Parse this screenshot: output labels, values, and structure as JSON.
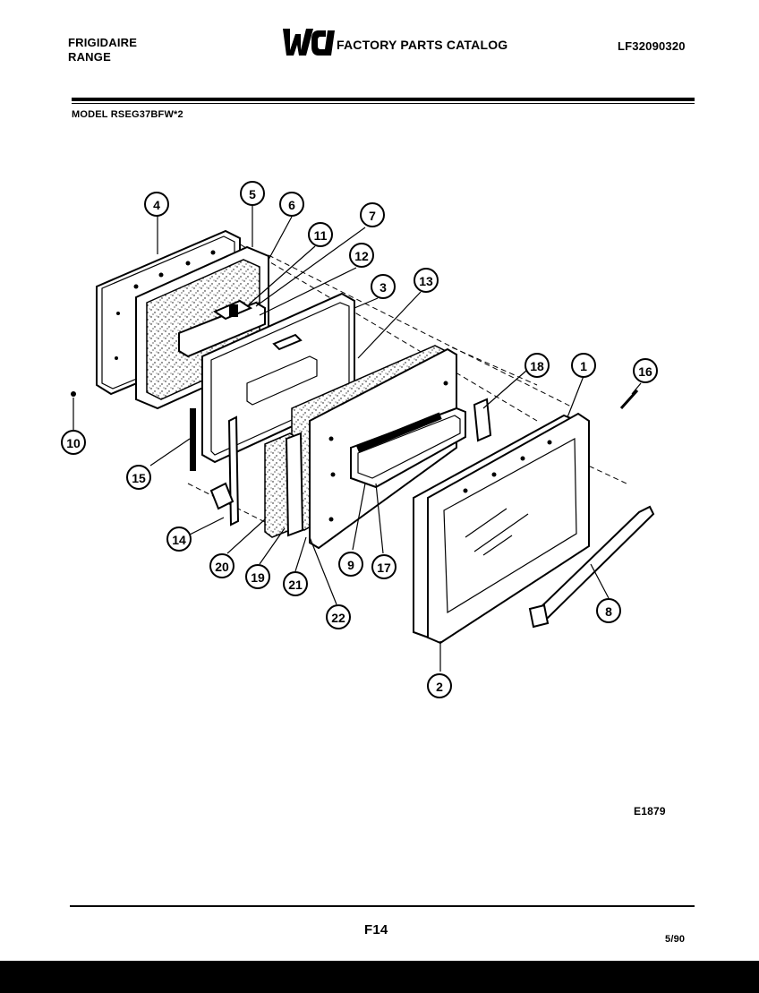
{
  "header": {
    "brand_line1": "FRIGIDAIRE",
    "brand_line2": "RANGE",
    "catalog_title": "FACTORY PARTS CATALOG",
    "doc_number": "LF32090320",
    "logo_text": "WCI"
  },
  "model_label": "MODEL RSEG37BFW*2",
  "figure_code": "E1879",
  "footer": {
    "page": "F14",
    "date": "5/90"
  },
  "callouts": [
    "1",
    "2",
    "3",
    "4",
    "5",
    "6",
    "7",
    "8",
    "9",
    "10",
    "11",
    "12",
    "13",
    "14",
    "15",
    "16",
    "17",
    "18",
    "19",
    "20",
    "21",
    "22"
  ]
}
